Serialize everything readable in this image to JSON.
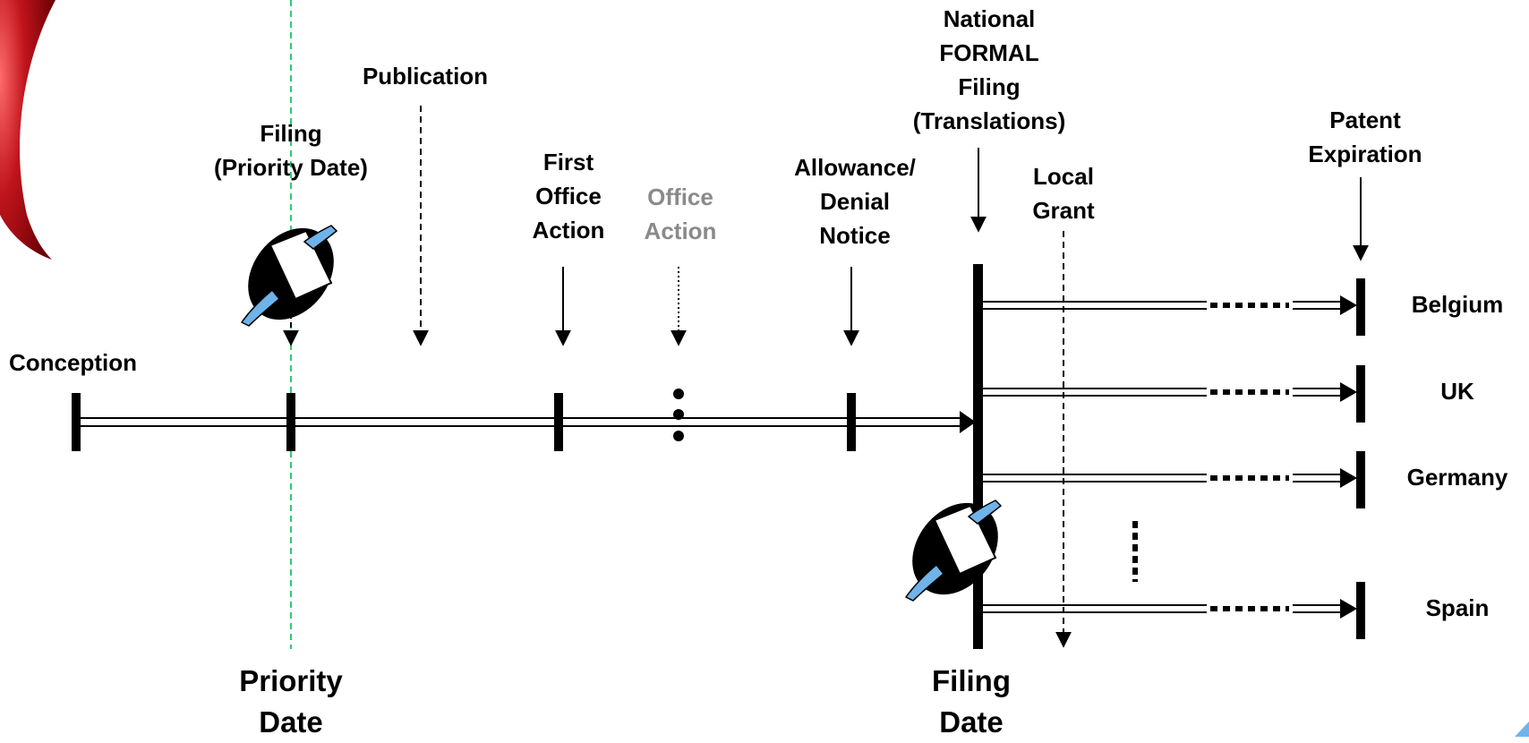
{
  "labels": {
    "conception": "Conception",
    "filing_priority": "Filing\n(Priority Date)",
    "publication": "Publication",
    "first_office_action": "First\nOffice\nAction",
    "office_action": "Office\nAction",
    "allowance": "Allowance/\nDenial\nNotice",
    "national_formal_filing": "National\nFORMAL\nFiling\n(Translations)",
    "local_grant": "Local\nGrant",
    "patent_expiration": "Patent\nExpiration",
    "priority_date": "Priority\nDate",
    "filing_date": "Filing\nDate"
  },
  "countries": [
    "Belgium",
    "UK",
    "Germany",
    "Spain"
  ],
  "colors": {
    "line": "#000000",
    "priority_guide": "#2ecc71",
    "grey_text": "#8a8a8a",
    "logo_red": "#c0141c",
    "clipart_blue": "#6fb3ea"
  },
  "icons": [
    "handshake-document-clipart-priority",
    "handshake-document-clipart-filing",
    "red-swoosh-logo"
  ]
}
